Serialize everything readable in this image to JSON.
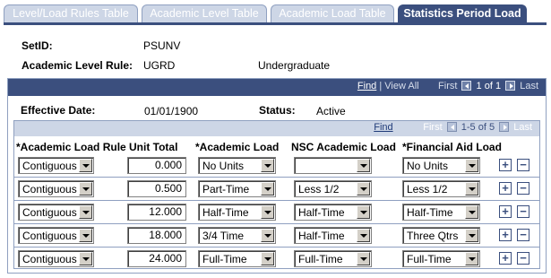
{
  "tabs": [
    "Level/Load Rules Table",
    "Academic Level Table",
    "Academic Load Table",
    "Statistics Period Load"
  ],
  "setid": {
    "label": "SetID:",
    "value": "PSUNV"
  },
  "acad_level_rule": {
    "label": "Academic Level Rule:",
    "value": "UGRD",
    "description": "Undergraduate"
  },
  "outer_nav": {
    "find": "Find",
    "sep": "|",
    "view_all": "View All",
    "first": "First",
    "range": "1 of 1",
    "last": "Last"
  },
  "effective_date": {
    "label": "Effective Date:",
    "value": "01/01/1900"
  },
  "status": {
    "label": "Status:",
    "value": "Active"
  },
  "inner_nav": {
    "find": "Find",
    "first": "First",
    "range": "1-5 of 5",
    "last": "Last"
  },
  "columns": [
    "*Academic Load Rule",
    "Unit Total",
    "*Academic Load",
    "NSC Academic Load",
    "*Financial Aid Load"
  ],
  "rows": [
    {
      "rule": "Contiguous",
      "units": "0.000",
      "load": "No Units",
      "nsc": "",
      "fa": "No Units"
    },
    {
      "rule": "Contiguous",
      "units": "0.500",
      "load": "Part-Time",
      "nsc": "Less 1/2",
      "fa": "Less 1/2"
    },
    {
      "rule": "Contiguous",
      "units": "12.000",
      "load": "Half-Time",
      "nsc": "Half-Time",
      "fa": "Half-Time"
    },
    {
      "rule": "Contiguous",
      "units": "18.000",
      "load": "3/4 Time",
      "nsc": "Half-Time",
      "fa": "Three Qtrs"
    },
    {
      "rule": "Contiguous",
      "units": "24.000",
      "load": "Full-Time",
      "nsc": "Full-Time",
      "fa": "Full-Time"
    }
  ],
  "row_buttons": {
    "add": "+",
    "delete": "−"
  },
  "colors": {
    "tab_active": "#3b4f7e",
    "tab_inactive": "#cdd6e6",
    "grid_header": "#3b4f7e",
    "subgrid_header": "#cdd6e6"
  }
}
